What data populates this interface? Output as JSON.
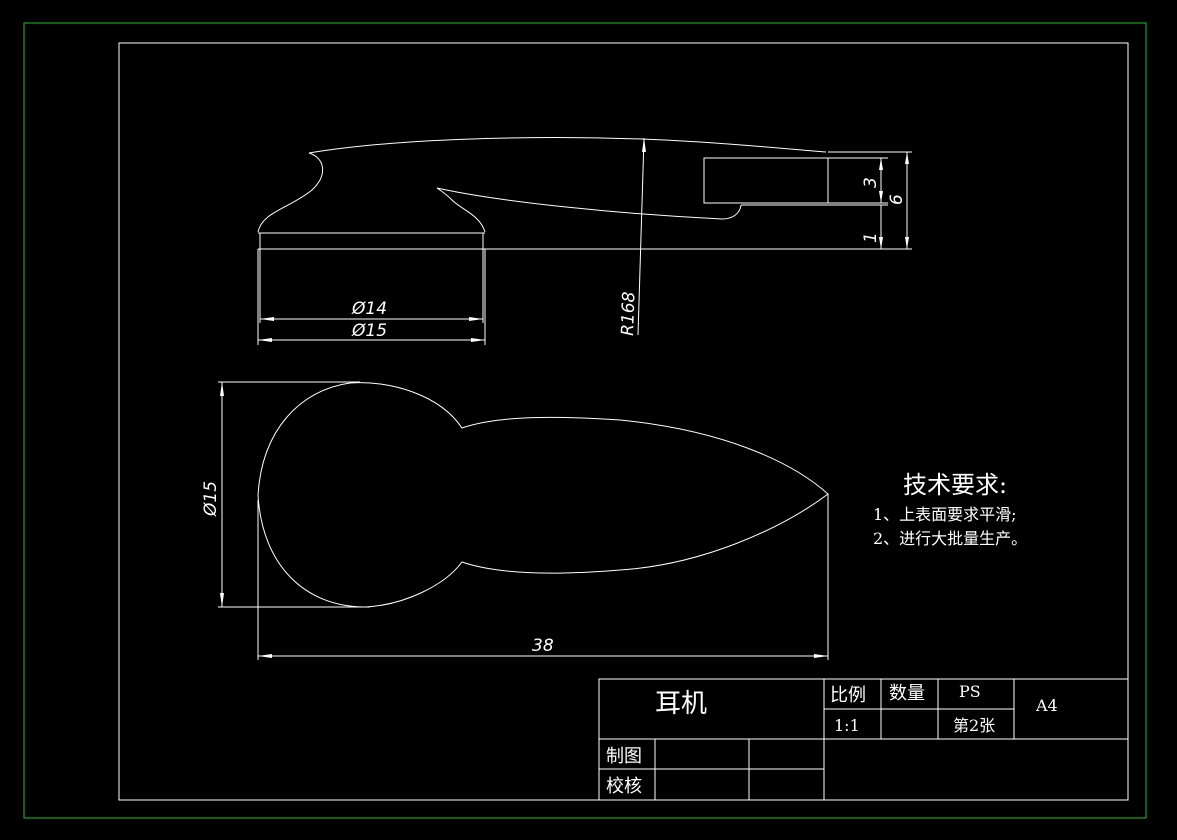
{
  "drawing": {
    "dimensions": {
      "d14": "Ø14",
      "d15_top": "Ø15",
      "r168": "R168",
      "h3": "3",
      "h6": "6",
      "h1": "1",
      "d15_left": "Ø15",
      "len38": "38"
    },
    "notes": {
      "title": "技术要求:",
      "item1": "1、上表面要求平滑;",
      "item2": "2、进行大批量生产。"
    }
  },
  "title_block": {
    "part_name": "耳机",
    "scale_label": "比例",
    "qty_label": "数量",
    "material": "PS",
    "paper_size": "A4",
    "scale_value": "1:1",
    "sheet": "第2张",
    "drawn_label": "制图",
    "checked_label": "校核"
  },
  "colors": {
    "background": "#000000",
    "line": "#ffffff",
    "frame": "#1fa01f"
  }
}
